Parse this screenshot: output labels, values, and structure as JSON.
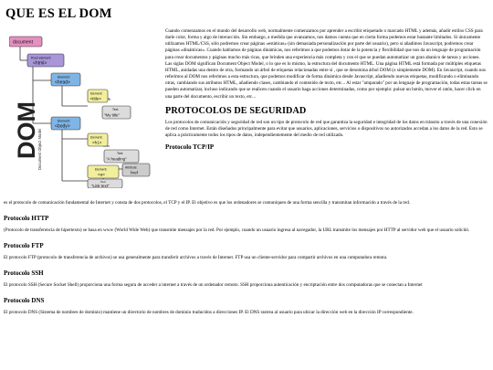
{
  "page": {
    "title": "QUE ES EL DOM"
  },
  "figure": {
    "big_label": "DOM",
    "side_caption": "Document Object Model",
    "nodes": {
      "document": "document",
      "root_label": "Root element:",
      "html": "<html>",
      "head_label": "Element:",
      "head": "<head>",
      "title_label": "Element:",
      "title": "<title>",
      "title_text_label": "Text:",
      "title_text": "\"My title\"",
      "body_label": "Element:",
      "body": "<body>",
      "h1_label": "Element:",
      "h1": "<h1>",
      "h1_text_label": "Text:",
      "h1_text": "\"A heading\"",
      "a_label": "Element:",
      "a": "<a>",
      "attr_label": "Attribute:",
      "attr": "href",
      "a_text_label": "Text:",
      "a_text": "\"Link text\""
    },
    "colors": {
      "document": "#e68fc0",
      "html": "#a896d8",
      "element": "#7fb5e6",
      "leaf": "#f1ef9c",
      "text": "#dcdcdc",
      "attribute": "#cccccc"
    }
  },
  "intro": {
    "paragraph": "Cuando comenzamos en el mundo del desarrollo web, normalmente comenzamos por aprender a escribir etiquetado o marcado HTML y además, añadir estilos CSS para darle color, forma y algo de interacción. Sin embargo, a medida que avanzamos, nos damos cuenta que en cierta forma podemos estar bastante limitados. Si únicamente utilizamos HTML/CSS, sólo podremos crear páginas «estáticas» (sin demasiada personalización por parte del usuario), pero si añadimos Javascript, podremos crear páginas «dinámicas». Cuando hablamos de páginas dinámicas, nos referimos a que podemos dotar de la potencia y flexibilidad que nos da un lenguaje de programación para crear documentos y páginas mucho más ricas, que brinden una experiencia más completa y con el que se puedan automatizar un gran abanico de tareas y acciones. Las siglas DOM significan Document Object Model, o lo que es lo mismo, la estructura del documento HTML. Una página HTML está formada por múltiples etiquetas HTML, anidadas una dentro de otra, formando un árbol de etiquetas relacionadas entre sí , que se denomina árbol DOM (o simplemente DOM). En Javascript, cuando nos referimos al DOM nos referimos a esta estructura, que podemos modificar de forma dinámica desde Javascript, añadiendo nuevas etiquetas, modificando o eliminando otras, cambiando sus atributos HTML, añadiendo clases, cambiando el contenido de texto, etc... Al estar \"amparado\" por un lenguaje de programación, todas estas tareas se pueden automatizar, incluso indicando que se realicen cuando el usuario haga acciones determinadas, como por ejemplo: pulsar un botón, mover el ratón, hacer click en una parte del documento, escribir un texto, etc..."
  },
  "security": {
    "heading": "PROTOCOLOS DE SEGURIDAD",
    "paragraph": "Los protocolos de comunicación y seguridad de red son un tipo de protocolo de red que garantiza la seguridad e integridad de los datos en tránsito a través de una conexión de red como Internet. Están diseñados principalmente para evitar que usuarios, aplicaciones, servicios o dispositivos no autorizados accedan a los datos de la red. Esto se aplica a prácticamente todos los tipos de datos, independientemente del medio de red utilizado."
  },
  "tcp": {
    "heading": "Protocolo TCP/IP",
    "paragraph": "es el protocolo de comunicación fundamental de Internet y consta de dos protocolos, el TCP y el IP. El objetivo es que los ordenadores se comuniquen de una forma sencilla y transmitan información a través de la red."
  },
  "http": {
    "heading": "Protocolo HTTP",
    "paragraph": "(Protocolo de transferencia de hipertexto) se basa en www (World Wide Web) que transmite mensajes por la red. Por ejemplo, cuando un usuario ingresa al navegador, la URL transmite los mensajes por HTTP al servidor web que el usuario solicitó."
  },
  "ftp": {
    "heading": "Protocolo FTP",
    "paragraph": "El protocolo FTP (protocolo de transferencia de archivos) se usa generalmente para transferir archivos a través de Internet. FTP usa un cliente-servidor para compartir archivos en una computadora remota."
  },
  "ssh": {
    "heading": "Protocolo SSH",
    "paragraph": "El protocolo SSH (Secure Socket Shell) proporciona una forma segura de acceder a internet a través de un ordenador remoto. SSH proporciona autenticación y encriptación entre dos computadoras que se conectan a Internet"
  },
  "dns": {
    "heading": "Protocolo DNS",
    "paragraph": "El protocolo DNS (Sistema de nombres de dominio) mantiene un directorio de nombres de dominio traducidos a direcciones IP. El DNS rastrea al usuario para ubicar la dirección web en la dirección IP correspondiente."
  }
}
